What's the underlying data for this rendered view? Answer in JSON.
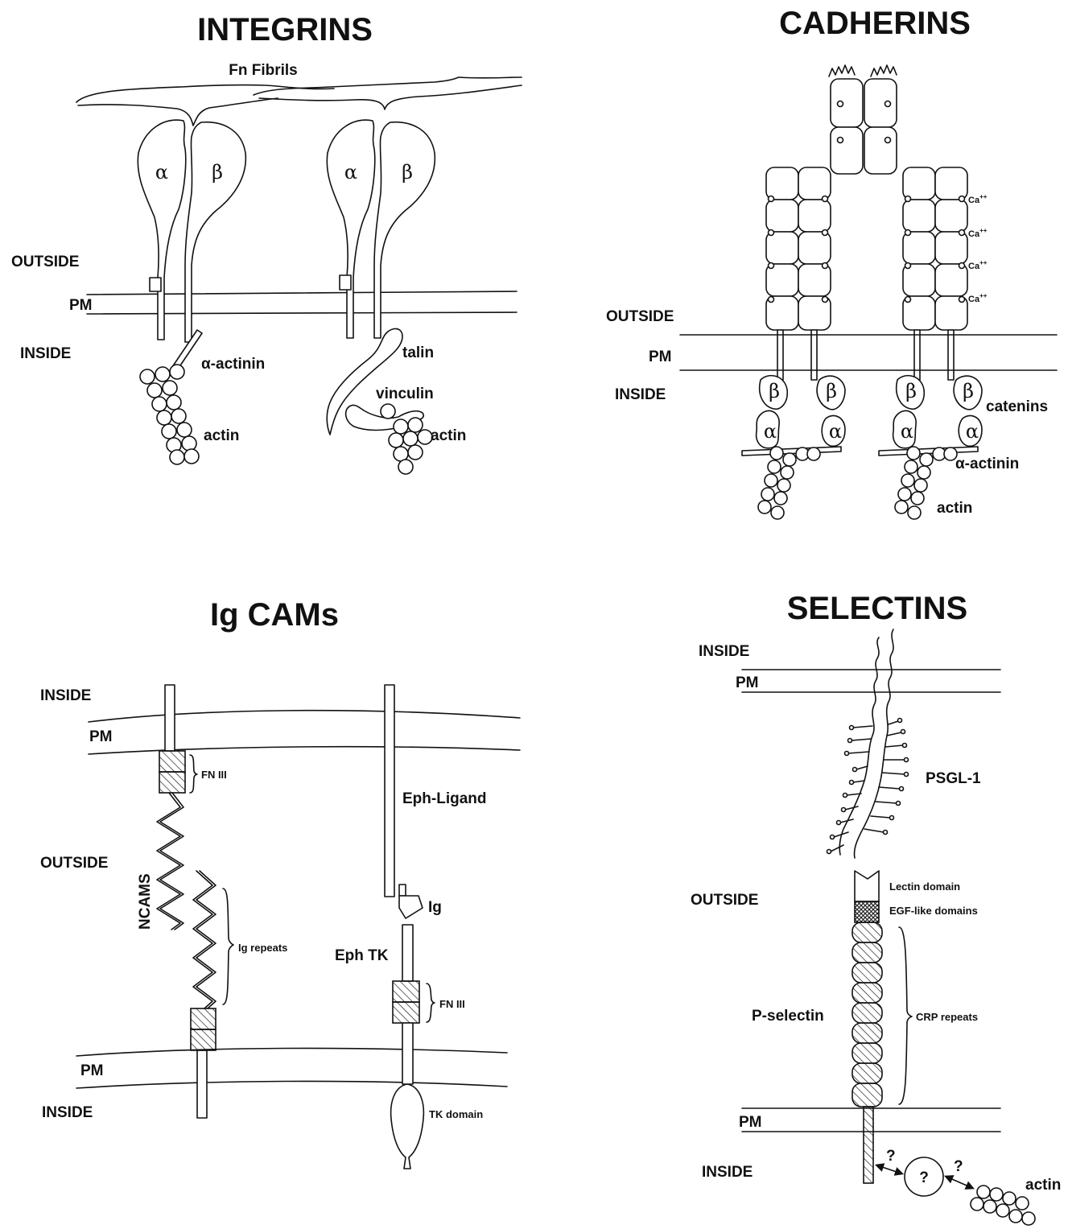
{
  "integrins": {
    "title": "INTEGRINS",
    "fn_fibrils": "Fn Fibrils",
    "alpha": "α",
    "beta": "β",
    "outside": "OUTSIDE",
    "pm": "PM",
    "inside": "INSIDE",
    "alpha_actinin": "α-actinin",
    "actin": "actin",
    "talin": "talin",
    "vinculin": "vinculin"
  },
  "cadherins": {
    "title": "CADHERINS",
    "ca": "Ca",
    "ca_charge": "++",
    "outside": "OUTSIDE",
    "pm": "PM",
    "inside": "INSIDE",
    "beta": "β",
    "alpha": "α",
    "catenins": "catenins",
    "alpha_actinin": "α-actinin",
    "actin": "actin"
  },
  "igcams": {
    "title": "Ig CAMs",
    "inside_top": "INSIDE",
    "pm_top": "PM",
    "fn3_left": "FN III",
    "outside": "OUTSIDE",
    "ncams": "NCAMS",
    "ig_repeats": "Ig repeats",
    "eph_ligand": "Eph-Ligand",
    "ig": "Ig",
    "eph_tk": "Eph TK",
    "fn3_right": "FN III",
    "pm_bottom": "PM",
    "inside_bottom": "INSIDE",
    "tk_domain": "TK domain"
  },
  "selectins": {
    "title": "SELECTINS",
    "inside_top": "INSIDE",
    "pm_top": "PM",
    "psgl1": "PSGL-1",
    "lectin": "Lectin domain",
    "egf": "EGF-like domains",
    "outside": "OUTSIDE",
    "pselectin": "P-selectin",
    "crp": "CRP repeats",
    "pm_bottom": "PM",
    "inside_bottom": "INSIDE",
    "q1": "?",
    "q2": "?",
    "q3": "?",
    "actin": "actin"
  }
}
